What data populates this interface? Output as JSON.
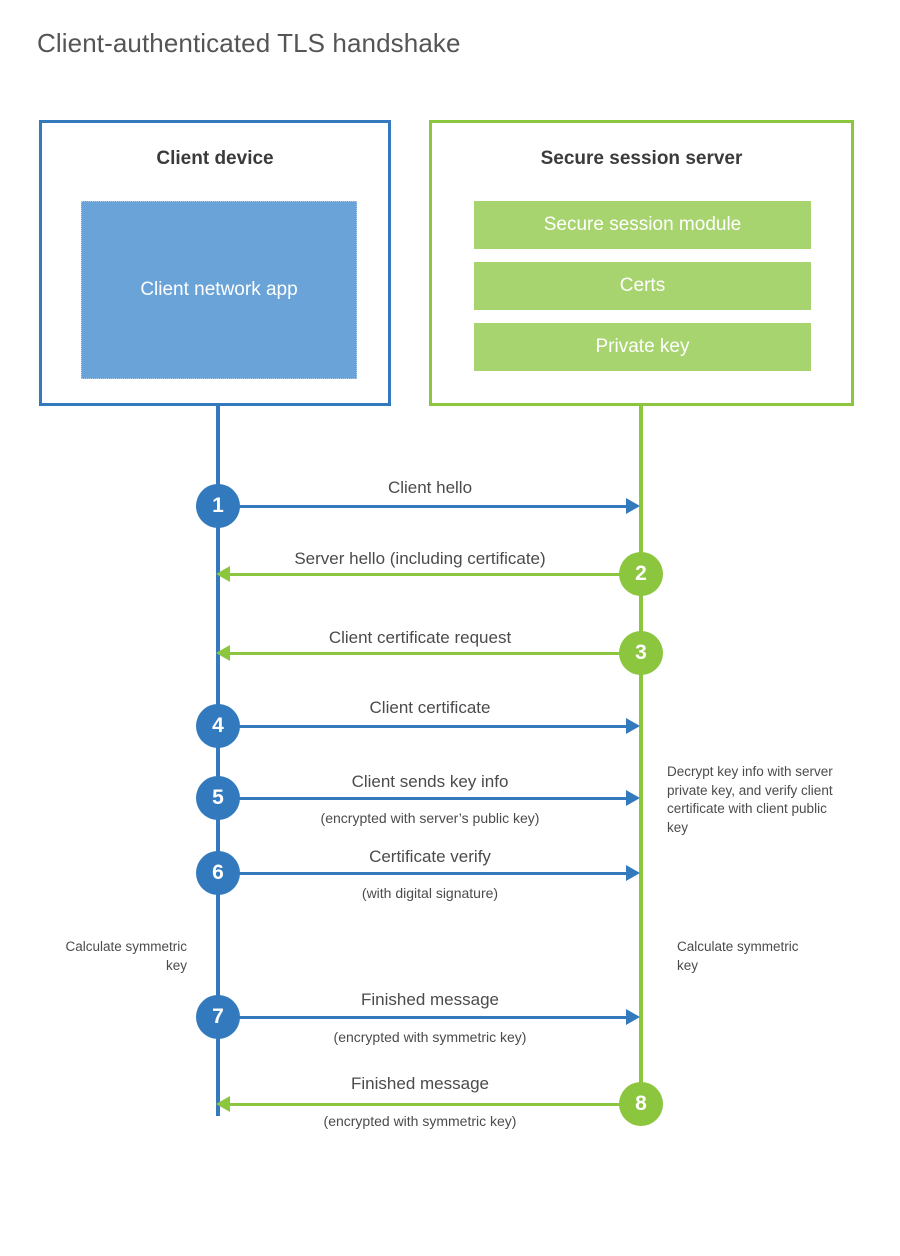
{
  "title": "Client-authenticated TLS handshake",
  "parties": {
    "client": {
      "title": "Client device",
      "app_label": "Client network app",
      "border_color": "#3279be",
      "fill_color": "#69a3d7"
    },
    "server": {
      "title": "Secure session server",
      "border_color": "#8cc63f",
      "fill_color": "#a8d46f",
      "blocks": [
        {
          "label": "Secure session module"
        },
        {
          "label": "Certs"
        },
        {
          "label": "Private key"
        }
      ]
    }
  },
  "steps": [
    {
      "number": "1",
      "label": "Client hello",
      "sublabel": "",
      "direction": "client-to-server",
      "color": "#3279be"
    },
    {
      "number": "2",
      "label": "Server hello (including certificate)",
      "sublabel": "",
      "direction": "server-to-client",
      "color": "#8cc63f"
    },
    {
      "number": "3",
      "label": "Client certificate request",
      "sublabel": "",
      "direction": "server-to-client",
      "color": "#8cc63f"
    },
    {
      "number": "4",
      "label": "Client certificate",
      "sublabel": "",
      "direction": "client-to-server",
      "color": "#3279be"
    },
    {
      "number": "5",
      "label": "Client sends key info",
      "sublabel": "(encrypted with server’s public key)",
      "direction": "client-to-server",
      "color": "#3279be"
    },
    {
      "number": "6",
      "label": "Certificate verify",
      "sublabel": "(with digital signature)",
      "direction": "client-to-server",
      "color": "#3279be"
    },
    {
      "number": "7",
      "label": "Finished message",
      "sublabel": "(encrypted with symmetric key)",
      "direction": "client-to-server",
      "color": "#3279be"
    },
    {
      "number": "8",
      "label": "Finished message",
      "sublabel": "(encrypted with symmetric key)",
      "direction": "server-to-client",
      "color": "#8cc63f"
    }
  ],
  "annotations": {
    "server_decrypt": "Decrypt key info with server private key, and verify client certificate with client public key",
    "client_calculate": "Calculate symmetric key",
    "server_calculate": "Calculate symmetric key"
  }
}
